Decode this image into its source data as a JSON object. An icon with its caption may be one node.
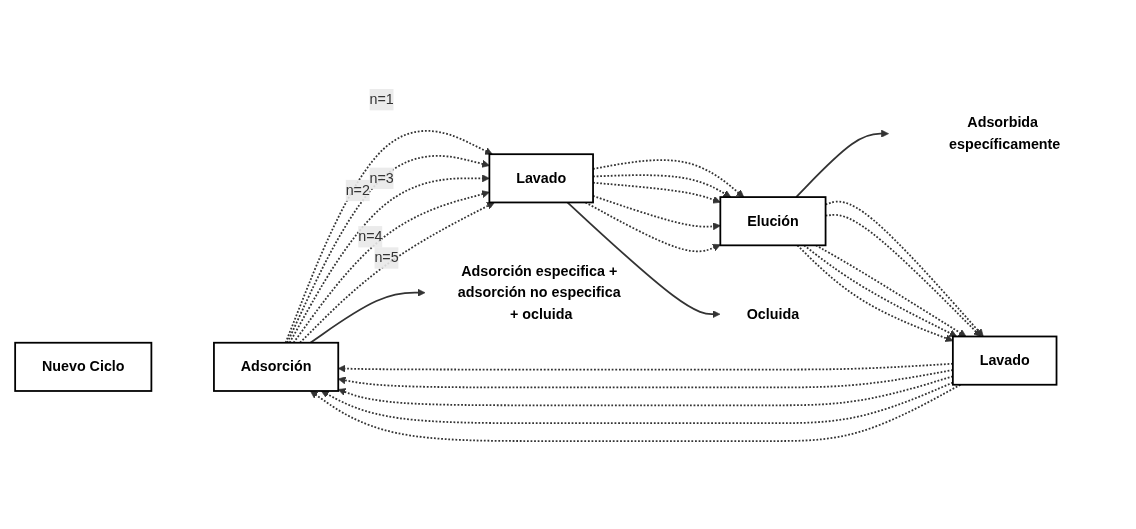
{
  "diagram": {
    "nodes": [
      {
        "text": [
          "Nuevo Ciclo"
        ]
      },
      {
        "text": [
          "Adsorción"
        ]
      },
      {
        "text": [
          "Lavado"
        ]
      },
      {
        "text": [
          "Elución"
        ]
      },
      {
        "text": [
          "Lavado"
        ]
      },
      {
        "text": [
          "Adsorción especifica + adsorción no especifica + ocluida"
        ]
      },
      {
        "text": [
          "Ocluida"
        ]
      },
      {
        "text": [
          "Adsorbida específicamente"
        ]
      }
    ],
    "edges": [
      {
        "from": 1,
        "to": 2,
        "arrow": "to",
        "style": "dashed",
        "label": "n=1"
      },
      {
        "from": 2,
        "to": 3,
        "arrow": "to",
        "style": "dashed"
      },
      {
        "from": 3,
        "to": 4,
        "arrow": "to",
        "style": "dashed"
      },
      {
        "from": 4,
        "to": 1,
        "arrow": "to",
        "style": "dashed"
      },
      {
        "from": 1,
        "to": 2,
        "arrow": "to",
        "style": "dashed",
        "label": "n=2"
      },
      {
        "from": 2,
        "to": 3,
        "arrow": "to",
        "style": "dashed"
      },
      {
        "from": 3,
        "to": 4,
        "arrow": "to",
        "style": "dashed"
      },
      {
        "from": 4,
        "to": 1,
        "arrow": "to",
        "style": "dashed"
      },
      {
        "from": 1,
        "to": 2,
        "arrow": "to",
        "style": "dashed",
        "label": "n=3"
      },
      {
        "from": 2,
        "to": 3,
        "arrow": "to",
        "style": "dashed"
      },
      {
        "from": 3,
        "to": 4,
        "arrow": "to",
        "style": "dashed"
      },
      {
        "from": 4,
        "to": 1,
        "arrow": "to",
        "style": "dashed"
      },
      {
        "from": 1,
        "to": 2,
        "arrow": "to",
        "style": "dashed",
        "label": "n=4"
      },
      {
        "from": 2,
        "to": 3,
        "arrow": "to",
        "style": "dashed"
      },
      {
        "from": 3,
        "to": 4,
        "arrow": "to",
        "style": "dashed"
      },
      {
        "from": 4,
        "to": 1,
        "arrow": "to",
        "style": "dashed"
      },
      {
        "from": 1,
        "to": 2,
        "arrow": "to",
        "style": "dashed",
        "label": "n=5"
      },
      {
        "from": 2,
        "to": 3,
        "arrow": "to",
        "style": "dashed"
      },
      {
        "from": 3,
        "to": 4,
        "arrow": "to",
        "style": "dashed"
      },
      {
        "from": 4,
        "to": 1,
        "arrow": "to",
        "style": "dashed"
      },
      {
        "from": 1,
        "to": 5,
        "arrow": "to"
      },
      {
        "from": 2,
        "to": 6,
        "arrow": "to"
      },
      {
        "from": 3,
        "to": 7,
        "arrow": "to"
      }
    ]
  }
}
